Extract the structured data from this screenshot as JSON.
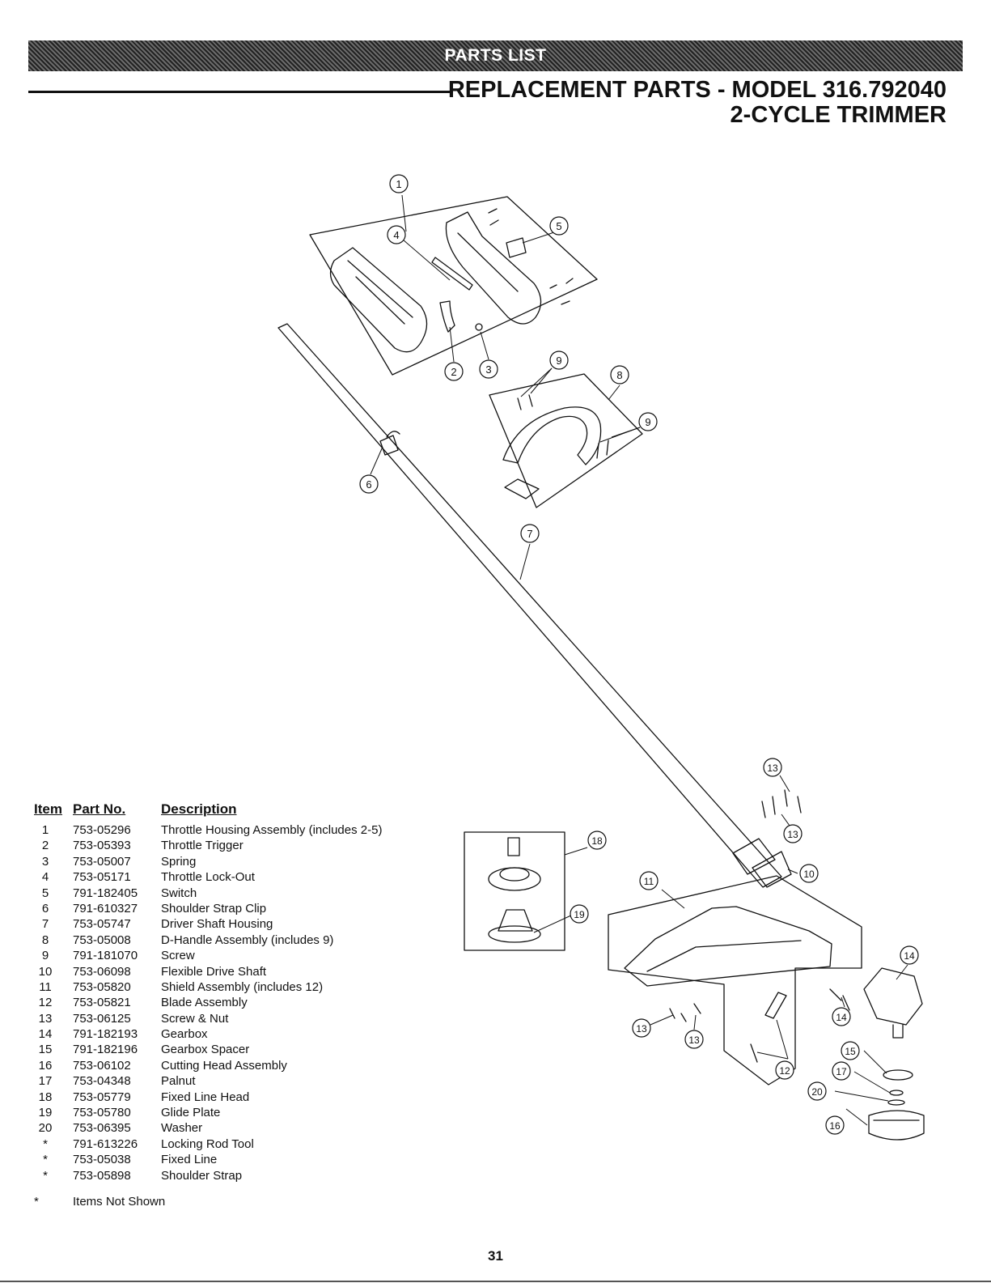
{
  "banner": {
    "label": "PARTS LIST"
  },
  "title": {
    "line1": "REPLACEMENT PARTS - MODEL 316.792040",
    "line2": "2-CYCLE TRIMMER"
  },
  "headers": {
    "item": "Item",
    "part_no": "Part No.",
    "description": "Description"
  },
  "parts": [
    {
      "item": "1",
      "part_no": "753-05296",
      "description": "Throttle Housing Assembly (includes 2-5)"
    },
    {
      "item": "2",
      "part_no": "753-05393",
      "description": "Throttle Trigger"
    },
    {
      "item": "3",
      "part_no": "753-05007",
      "description": "Spring"
    },
    {
      "item": "4",
      "part_no": "753-05171",
      "description": "Throttle Lock-Out"
    },
    {
      "item": "5",
      "part_no": "791-182405",
      "description": "Switch"
    },
    {
      "item": "6",
      "part_no": "791-610327",
      "description": "Shoulder Strap Clip"
    },
    {
      "item": "7",
      "part_no": "753-05747",
      "description": "Driver Shaft Housing"
    },
    {
      "item": "8",
      "part_no": "753-05008",
      "description": "D-Handle Assembly (includes 9)"
    },
    {
      "item": "9",
      "part_no": "791-181070",
      "description": "Screw"
    },
    {
      "item": "10",
      "part_no": "753-06098",
      "description": "Flexible Drive Shaft"
    },
    {
      "item": "11",
      "part_no": "753-05820",
      "description": "Shield Assembly (includes 12)"
    },
    {
      "item": "12",
      "part_no": "753-05821",
      "description": "Blade Assembly"
    },
    {
      "item": "13",
      "part_no": "753-06125",
      "description": "Screw & Nut"
    },
    {
      "item": "14",
      "part_no": "791-182193",
      "description": "Gearbox"
    },
    {
      "item": "15",
      "part_no": "791-182196",
      "description": "Gearbox Spacer"
    },
    {
      "item": "16",
      "part_no": "753-06102",
      "description": "Cutting Head Assembly"
    },
    {
      "item": "17",
      "part_no": "753-04348",
      "description": "Palnut"
    },
    {
      "item": "18",
      "part_no": "753-05779",
      "description": "Fixed Line Head"
    },
    {
      "item": "19",
      "part_no": "753-05780",
      "description": "Glide Plate"
    },
    {
      "item": "20",
      "part_no": "753-06395",
      "description": "Washer"
    },
    {
      "item": "*",
      "part_no": "791-613226",
      "description": "Locking Rod Tool"
    },
    {
      "item": "*",
      "part_no": "753-05038",
      "description": "Fixed Line"
    },
    {
      "item": "*",
      "part_no": "753-05898",
      "description": "Shoulder Strap"
    }
  ],
  "note": {
    "marker": "*",
    "text": "Items Not Shown"
  },
  "page_number": "31",
  "callouts": [
    "1",
    "2",
    "3",
    "4",
    "5",
    "6",
    "7",
    "8",
    "9",
    "9",
    "10",
    "11",
    "12",
    "13",
    "13",
    "13",
    "13",
    "14",
    "14",
    "15",
    "16",
    "17",
    "18",
    "19",
    "20"
  ]
}
